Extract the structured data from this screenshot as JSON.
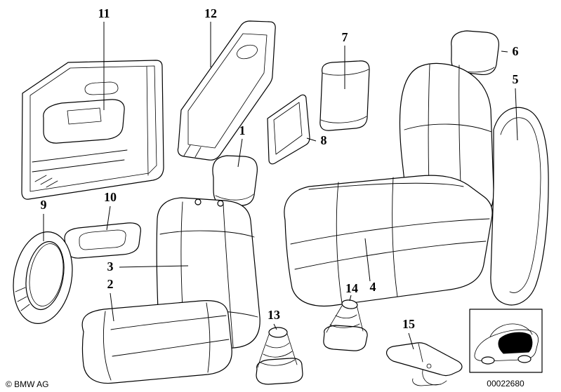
{
  "meta": {
    "background_color": "#ffffff",
    "line_color": "#000000"
  },
  "footer": {
    "copyright": "© BMW AG",
    "document_number": "00022680"
  },
  "callouts": [
    {
      "number": "1"
    },
    {
      "number": "2"
    },
    {
      "number": "3"
    },
    {
      "number": "4"
    },
    {
      "number": "5"
    },
    {
      "number": "6"
    },
    {
      "number": "7"
    },
    {
      "number": "8"
    },
    {
      "number": "9"
    },
    {
      "number": "10"
    },
    {
      "number": "11"
    },
    {
      "number": "12"
    },
    {
      "number": "13"
    },
    {
      "number": "14"
    },
    {
      "number": "15"
    }
  ]
}
